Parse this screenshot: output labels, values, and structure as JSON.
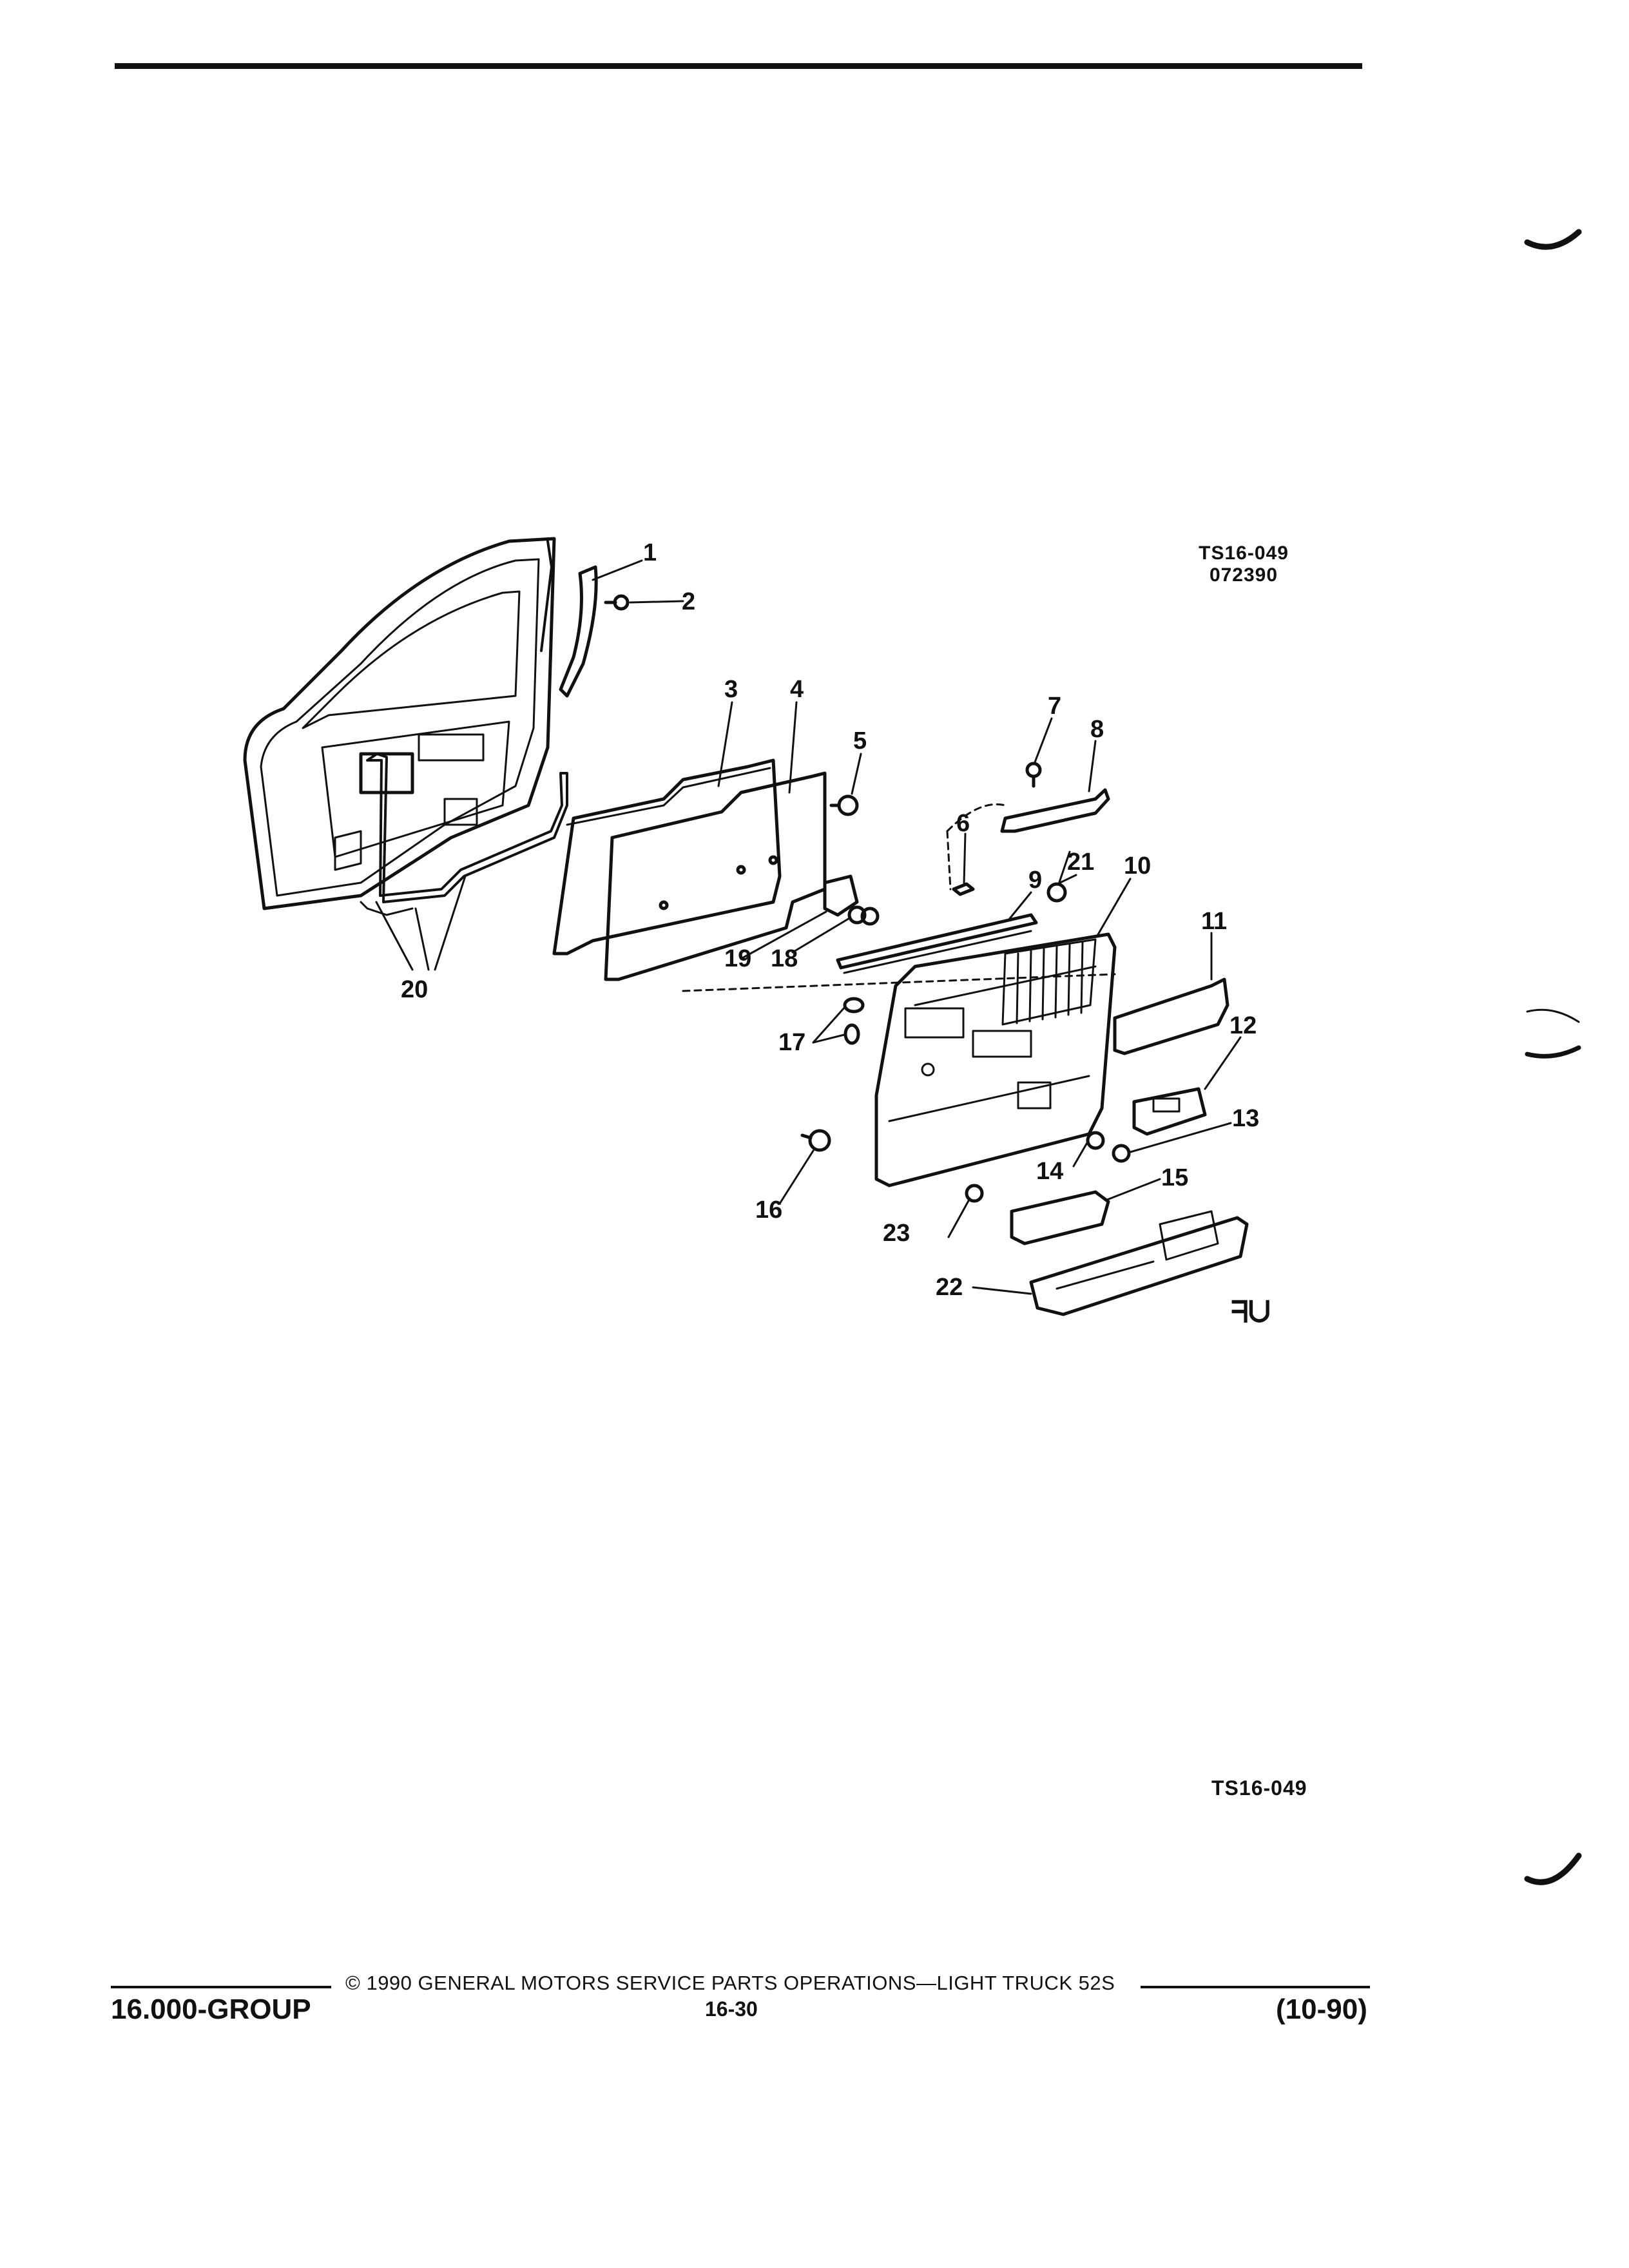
{
  "header": {
    "ref_top_line1": "TS16-049",
    "ref_top_line2": "072390"
  },
  "diagram": {
    "callouts": [
      {
        "n": "1",
        "label": "1"
      },
      {
        "n": "2",
        "label": "2"
      },
      {
        "n": "3",
        "label": "3"
      },
      {
        "n": "4",
        "label": "4"
      },
      {
        "n": "5",
        "label": "5"
      },
      {
        "n": "6",
        "label": "6"
      },
      {
        "n": "7",
        "label": "7"
      },
      {
        "n": "8",
        "label": "8"
      },
      {
        "n": "9",
        "label": "9"
      },
      {
        "n": "10",
        "label": "10"
      },
      {
        "n": "11",
        "label": "11"
      },
      {
        "n": "12",
        "label": "12"
      },
      {
        "n": "13",
        "label": "13"
      },
      {
        "n": "14",
        "label": "14"
      },
      {
        "n": "15",
        "label": "15"
      },
      {
        "n": "16",
        "label": "16"
      },
      {
        "n": "17",
        "label": "17"
      },
      {
        "n": "18",
        "label": "18"
      },
      {
        "n": "19",
        "label": "19"
      },
      {
        "n": "20",
        "label": "20"
      },
      {
        "n": "21",
        "label": "21"
      },
      {
        "n": "22",
        "label": "22"
      },
      {
        "n": "23",
        "label": "23"
      }
    ],
    "logo_mark": "ᖷᑌ"
  },
  "ref_bottom": "TS16-049",
  "footer": {
    "copyright": "© 1990 GENERAL MOTORS SERVICE PARTS OPERATIONS—LIGHT TRUCK 52S",
    "group": "16.000-GROUP",
    "page": "16-30",
    "revision": "(10-90)"
  }
}
